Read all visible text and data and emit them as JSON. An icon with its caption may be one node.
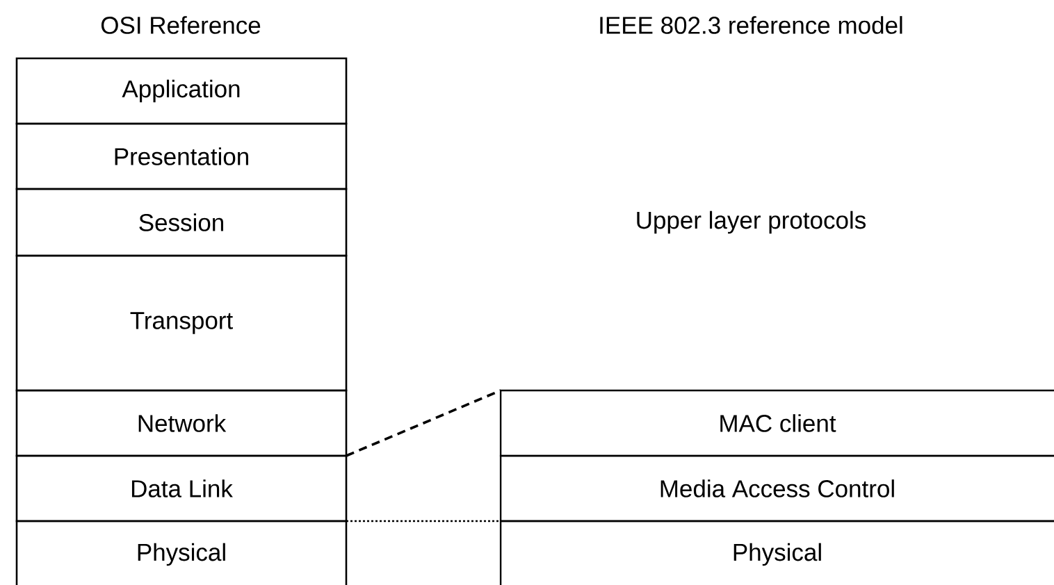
{
  "diagram": {
    "nodes": [
      {
        "text": [
          "Application"
        ]
      },
      {
        "text": [
          "Presentation"
        ]
      },
      {
        "text": [
          "Session"
        ]
      },
      {
        "text": [
          "Transport"
        ]
      },
      {
        "text": [
          "Network"
        ]
      },
      {
        "text": [
          "Data Link"
        ]
      },
      {
        "text": [
          "Physical"
        ]
      },
      {
        "text": [
          "MAC client"
        ]
      },
      {
        "text": [
          "Media Access Control"
        ]
      },
      {
        "text": [
          "Physical"
        ]
      }
    ],
    "edges": [
      {
        "from": 4,
        "to": 7,
        "arrow": "none",
        "style": "dashed"
      },
      {
        "from": 5,
        "to": 8,
        "arrow": "none"
      }
    ],
    "labels": [
      "OSI Reference",
      "IEEE 802.3 reference model",
      "Upper layer protocols"
    ]
  }
}
